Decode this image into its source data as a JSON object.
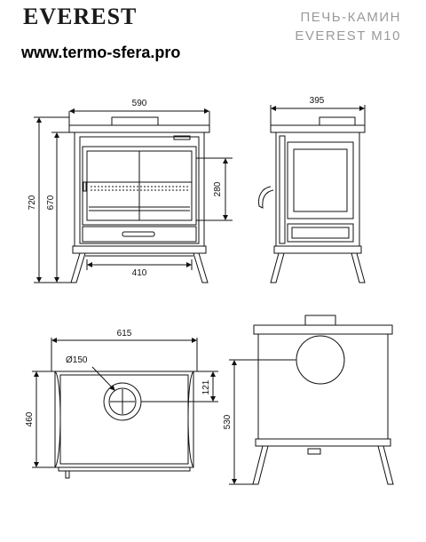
{
  "header": {
    "brand": "EVEREST",
    "website": "www.termo-sfera.pro",
    "title_line1": "ПЕЧЬ-КАМИН",
    "title_line2": "EVEREST M10"
  },
  "views": {
    "front": {
      "width": "590",
      "height_total": "720",
      "height_body": "670",
      "glass_width": "410",
      "door_height": "280"
    },
    "side": {
      "depth": "395"
    },
    "top": {
      "width": "615",
      "depth": "460",
      "flue_diameter": "Ø150",
      "flue_offset": "121"
    },
    "back": {
      "flue_height": "530"
    }
  }
}
